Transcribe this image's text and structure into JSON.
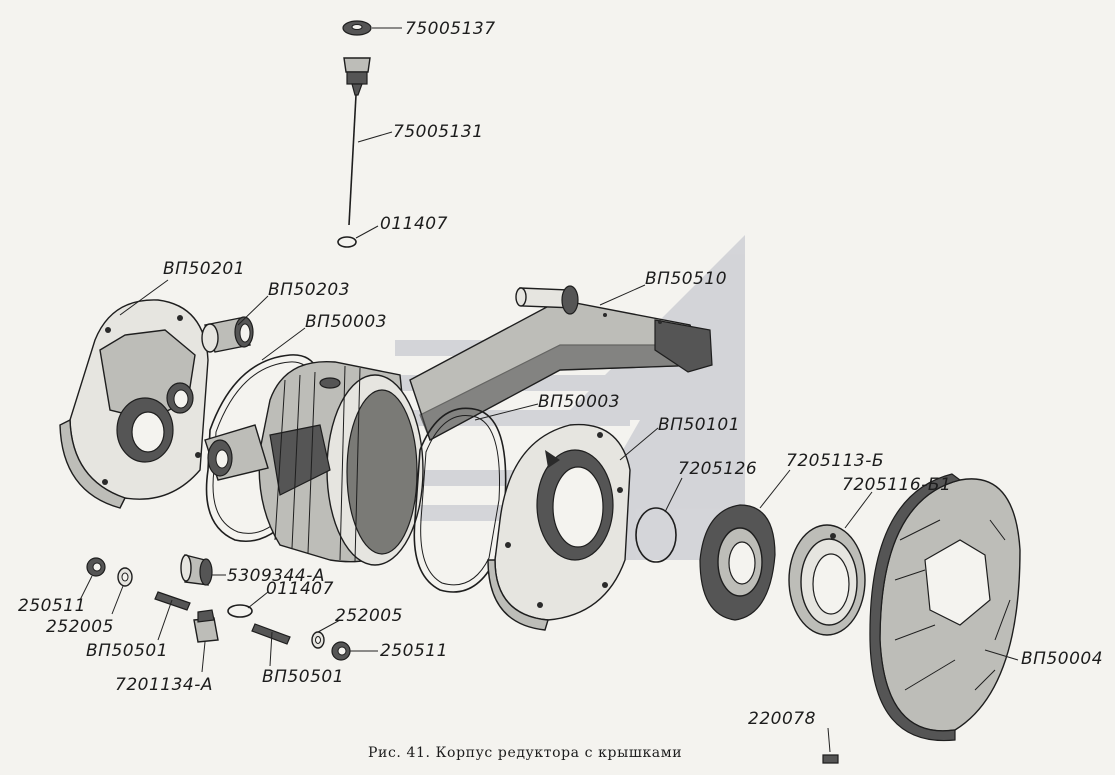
{
  "caption": "Рис. 41. Корпус редуктора с крышками",
  "watermark_color": "#b9bcc6",
  "labels": {
    "p75005137": "75005137",
    "p75005131": "75005131",
    "p011407_top": "011407",
    "pBP50201": "ВП50201",
    "pBP50203": "ВП50203",
    "pBP50003_left": "ВП50003",
    "pBP50510": "ВП50510",
    "pBP50003_mid": "ВП50003",
    "pBP50101": "ВП50101",
    "p7205126": "7205126",
    "p7205113B": "7205113-Б",
    "p7205116B1": "7205116-Б1",
    "p5309344A": "5309344-А",
    "p011407_low": "011407",
    "p250511_left": "250511",
    "p252005_left": "252005",
    "pBP50501_left": "ВП50501",
    "p7201134A": "7201134-А",
    "pBP50501_right": "ВП50501",
    "p252005_right": "252005",
    "p250511_right": "250511",
    "pBP50004": "ВП50004",
    "p220078": "220078"
  }
}
